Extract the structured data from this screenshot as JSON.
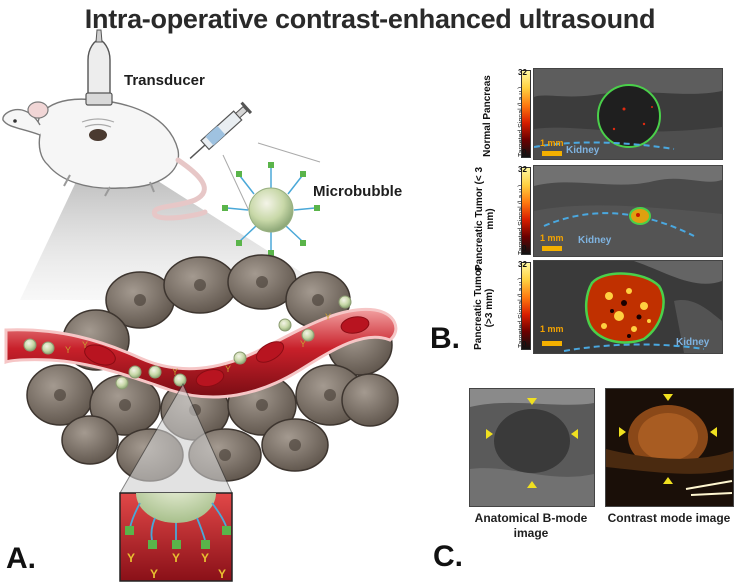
{
  "title": "Intra-operative contrast-enhanced ultrasound",
  "panel_a": {
    "letter": "A.",
    "transducer_label": "Transducer",
    "microbubble_label": "Microbubble"
  },
  "panel_b": {
    "letter": "B.",
    "colorbar_max": "32",
    "colorbar_min": "0",
    "signal_label": "Targeted Signal (l.a.u.)",
    "scale_label": "1 mm",
    "kidney_label": "Kidney",
    "rows": [
      {
        "label": "Normal Pancreas"
      },
      {
        "label": "Pancreatic Tumor (< 3 mm)"
      },
      {
        "label": "Pancreatic Tumor (>3 mm)"
      }
    ]
  },
  "panel_c": {
    "letter": "C.",
    "left_caption": "Anatomical B-mode image",
    "right_caption": "Contrast mode image"
  }
}
